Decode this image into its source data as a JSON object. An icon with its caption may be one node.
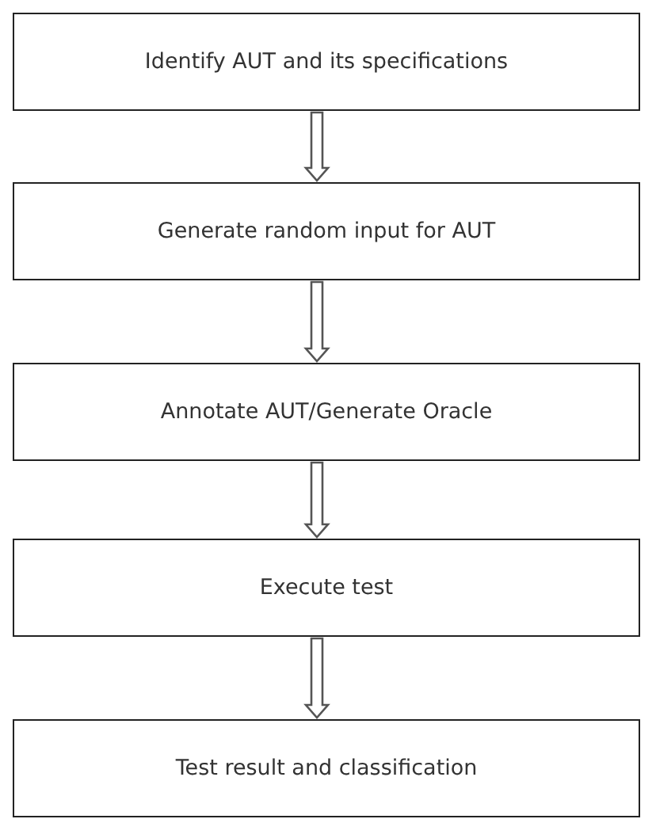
{
  "diagram": {
    "nodes": [
      {
        "text": [
          "Identify AUT and its specifications"
        ]
      },
      {
        "text": [
          "Generate random input for AUT"
        ]
      },
      {
        "text": [
          "Annotate AUT/Generate Oracle"
        ]
      },
      {
        "text": [
          "Execute test"
        ]
      },
      {
        "text": [
          "Test result and classification"
        ]
      }
    ],
    "edges": [
      {
        "from": 0,
        "to": 1,
        "arrow": "to"
      },
      {
        "from": 1,
        "to": 2,
        "arrow": "to"
      },
      {
        "from": 2,
        "to": 3,
        "arrow": "to"
      },
      {
        "from": 3,
        "to": 4,
        "arrow": "to"
      }
    ]
  }
}
